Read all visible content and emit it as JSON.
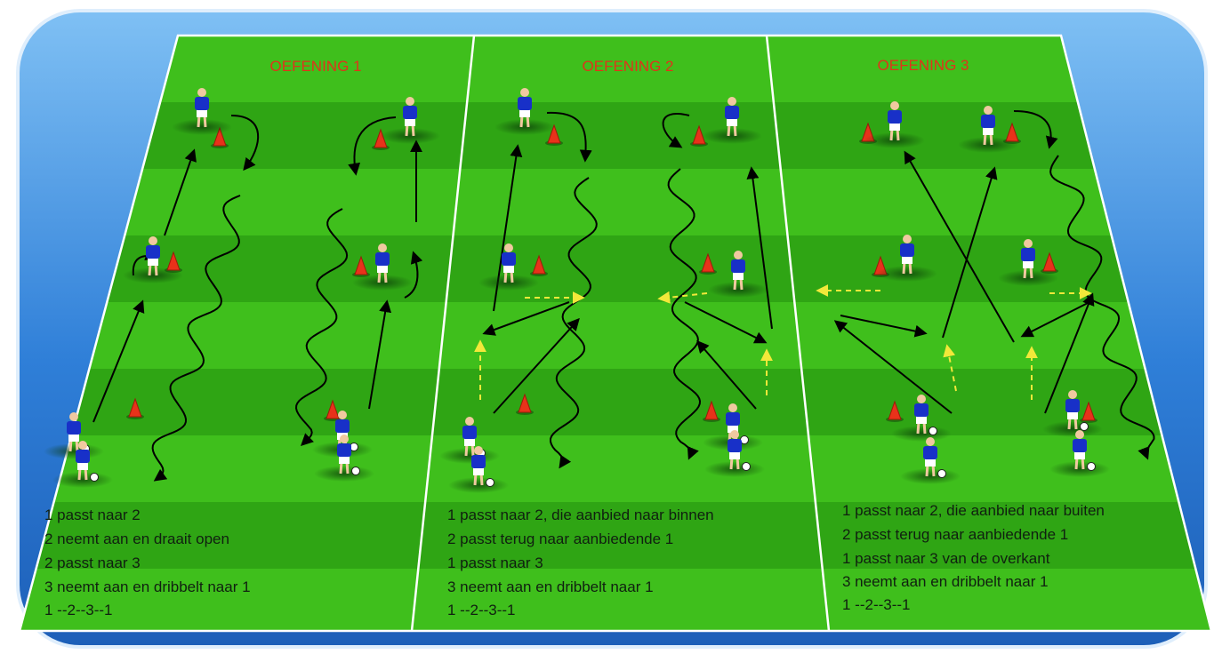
{
  "exercises": [
    {
      "title": "OEFENING 1",
      "lines": [
        "1 passt naar 2",
        "2 neemt aan en draait open",
        "2 passt naar 3",
        "3 neemt aan en dribbelt naar 1",
        "1 --2--3--1"
      ]
    },
    {
      "title": "OEFENING 2",
      "lines": [
        "1 passt naar 2, die aanbied naar binnen",
        "2 passt terug naar aanbiedende 1",
        "1 passt naar 3",
        "3 neemt aan en dribbelt naar 1",
        "1 --2--3--1"
      ]
    },
    {
      "title": "OEFENING 3",
      "lines": [
        "1 passt naar 2, die aanbied naar buiten",
        "2 passt terug naar aanbiedende 1",
        "1 passt naar 3 van de overkant",
        "3 neemt aan en dribbelt naar 1",
        "1 --2--3--1"
      ]
    }
  ],
  "colors": {
    "grass_light": "#3fbf1c",
    "grass_dark": "#2fa514",
    "field_line": "#ffffff",
    "title": "#e0331a",
    "player_shirt": "#1830c8",
    "cone": "#e8321a",
    "pass_arrow": "#000000",
    "move_arrow": "#f2e83a",
    "frame": "#2f7fd8"
  },
  "icons": [
    "player-icon",
    "cone-icon",
    "ball-icon"
  ]
}
